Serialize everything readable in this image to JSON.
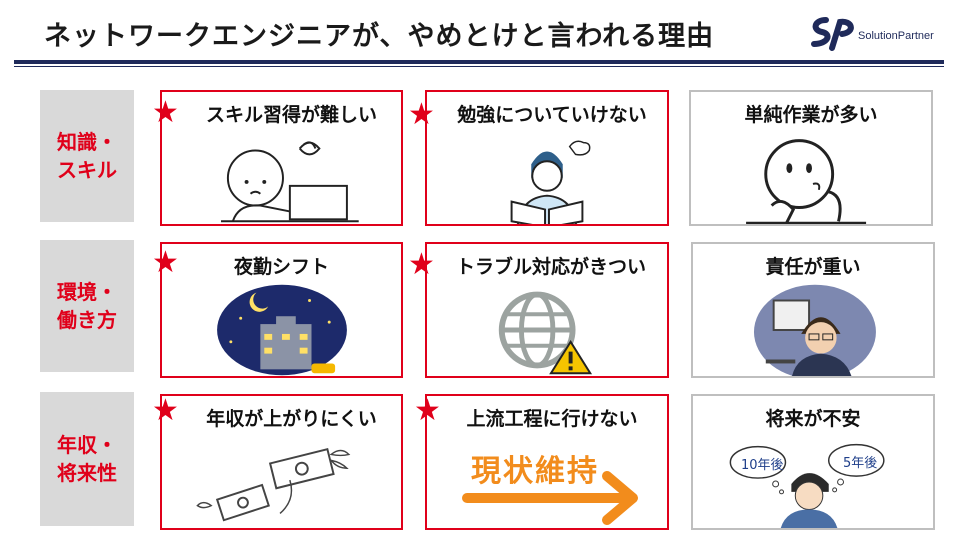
{
  "header": {
    "title": "ネットワークエンジニアが、やめとけと言われる理由",
    "logo_text": "SolutionPartner"
  },
  "rows": [
    {
      "label_line1": "知識・",
      "label_line2": "スキル"
    },
    {
      "label_line1": "環境・",
      "label_line2": "働き方"
    },
    {
      "label_line1": "年収・",
      "label_line2": "将来性"
    }
  ],
  "cards": [
    {
      "title": "スキル習得が難しい",
      "starred": true
    },
    {
      "title": "勉強についていけない",
      "starred": true
    },
    {
      "title": "単純作業が多い",
      "starred": false
    },
    {
      "title": "夜勤シフト",
      "starred": true
    },
    {
      "title": "トラブル対応がきつい",
      "starred": true
    },
    {
      "title": "責任が重い",
      "starred": false
    },
    {
      "title": "年収が上がりにくい",
      "starred": true
    },
    {
      "title": "上流工程に行けない",
      "starred": true
    },
    {
      "title": "将来が不安",
      "starred": false
    }
  ],
  "illustrations": {
    "status_quo_text": "現状維持",
    "bubble_left": "10年後",
    "bubble_right": "5年後"
  },
  "colors": {
    "accent_red": "#e0001a",
    "navy": "#1f2a5a",
    "label_bg": "#d9d9d9",
    "orange": "#f28c1c"
  }
}
